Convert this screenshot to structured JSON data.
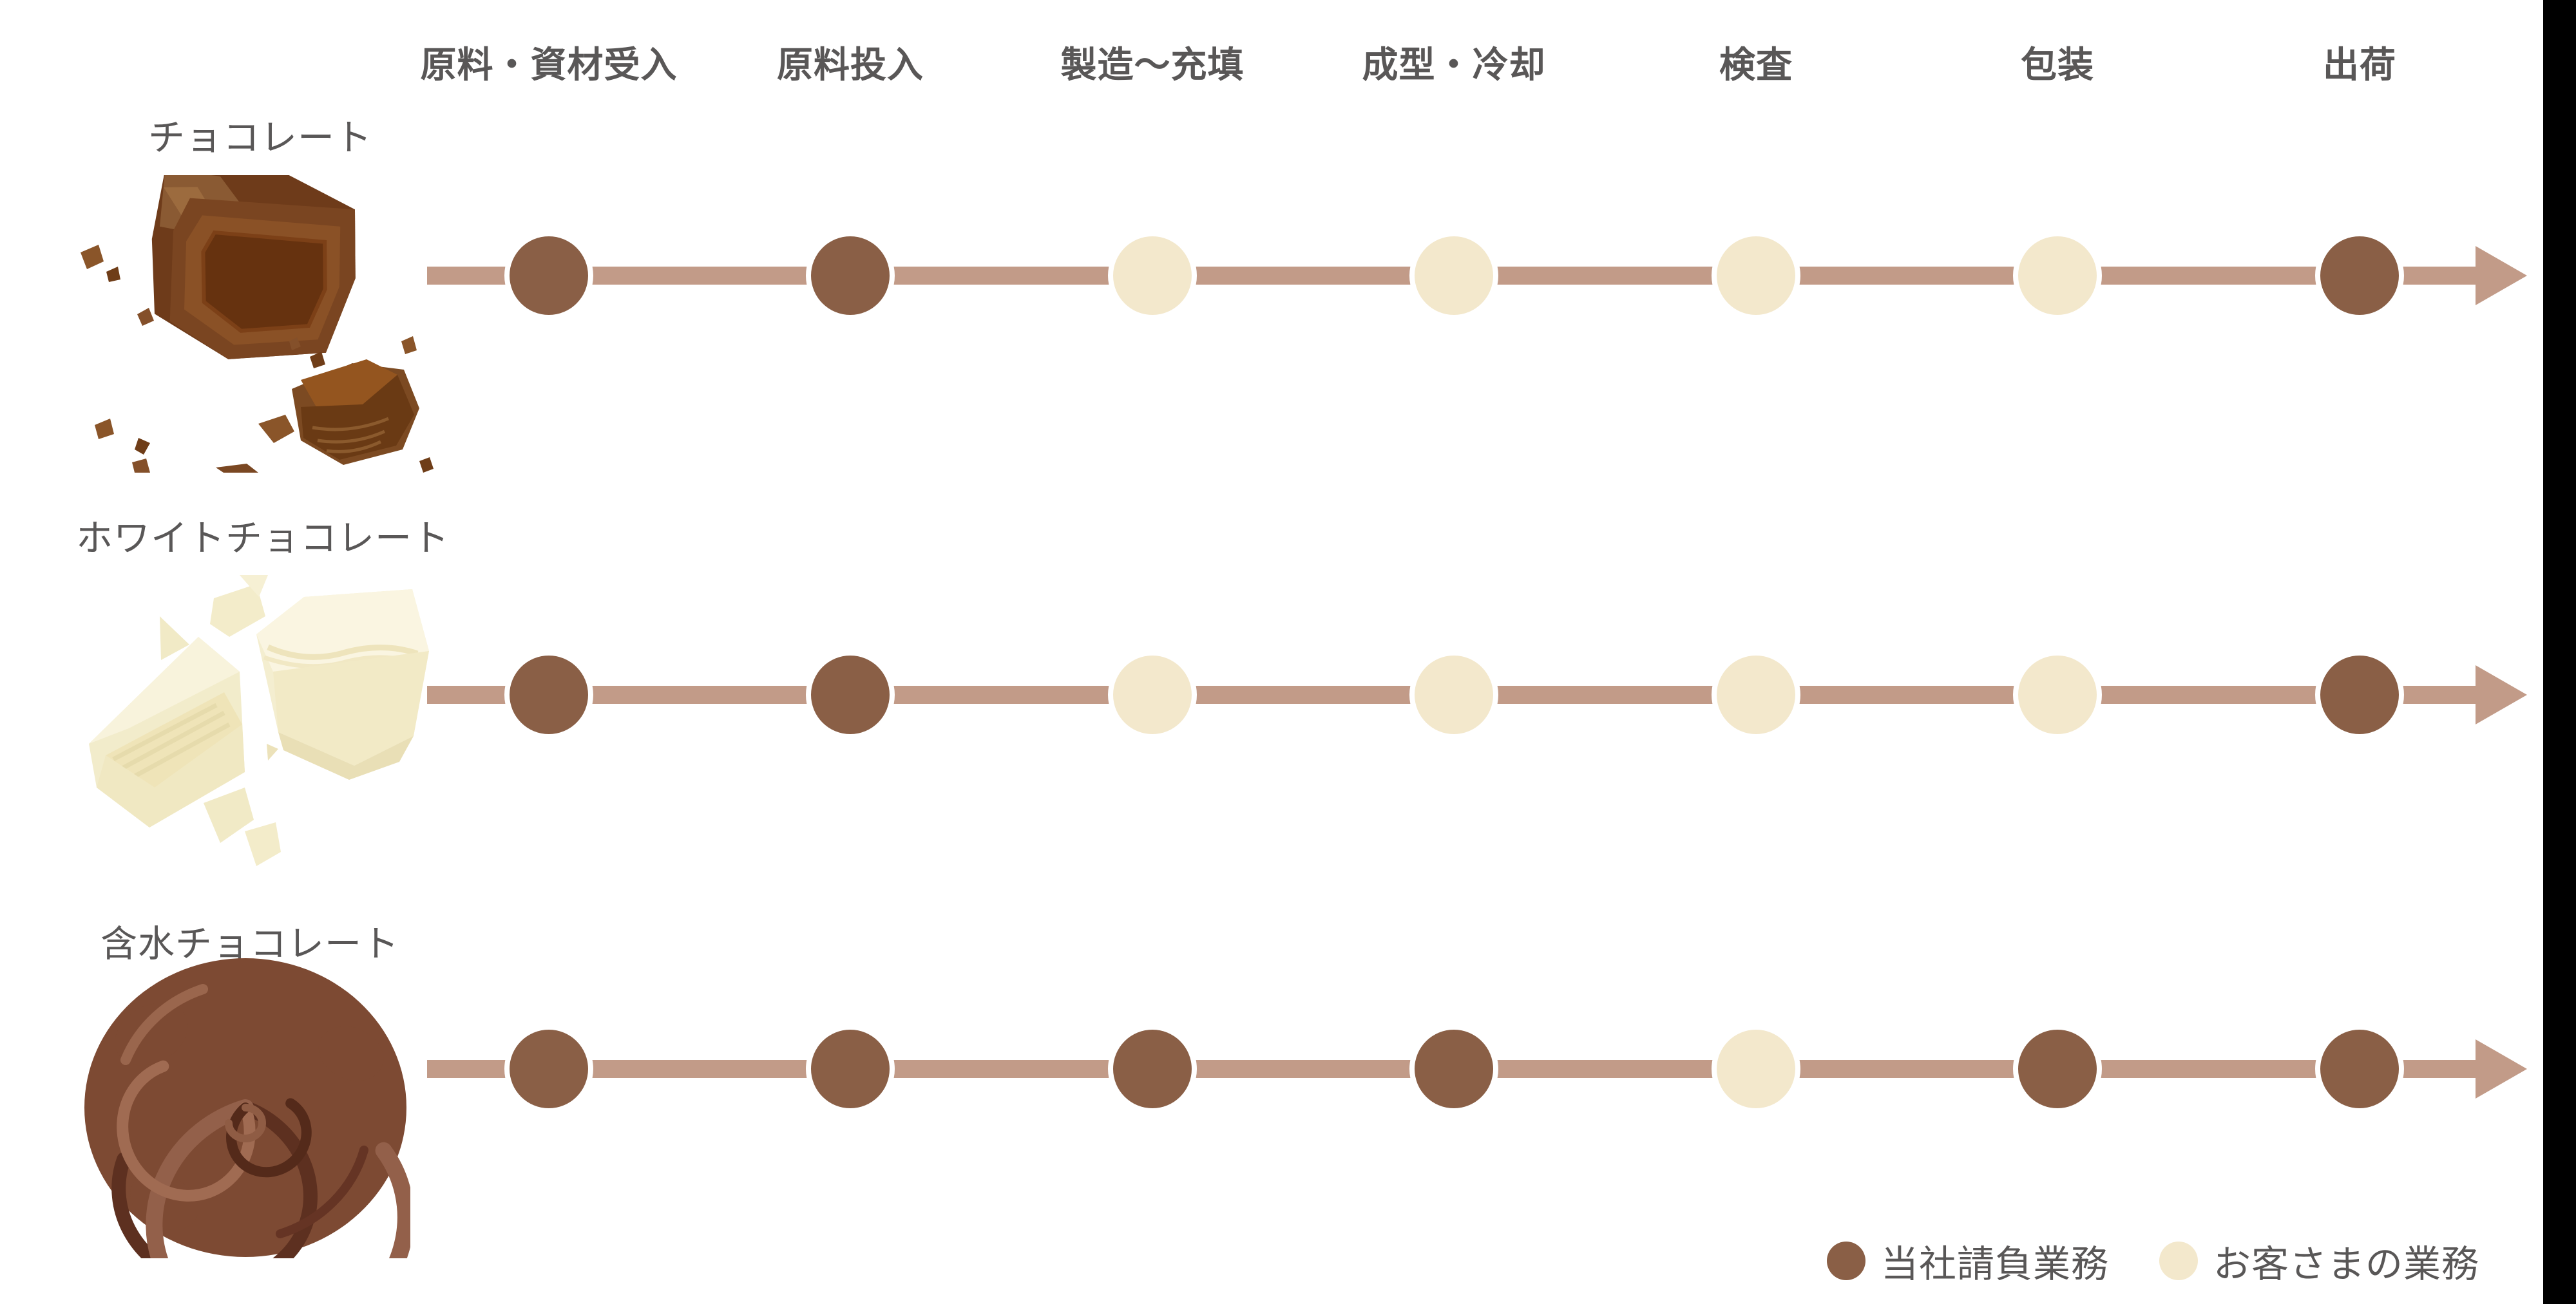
{
  "diagram": {
    "description": "chocolate-production-process-flow"
  },
  "columns": [
    "原料・資材受入",
    "原料投入",
    "製造〜充填",
    "成型・冷却",
    "検査",
    "包装",
    "出荷"
  ],
  "products": [
    {
      "label": "チョコレート",
      "image": "milk-chocolate-pieces-image",
      "steps": [
        "dark",
        "dark",
        "light",
        "light",
        "light",
        "light",
        "dark"
      ]
    },
    {
      "label": "ホワイトチョコレート",
      "image": "white-chocolate-chunks-image",
      "steps": [
        "dark",
        "dark",
        "light",
        "light",
        "light",
        "light",
        "dark"
      ]
    },
    {
      "label": "含水チョコレート",
      "image": "chocolate-cream-swirl-image",
      "steps": [
        "dark",
        "dark",
        "dark",
        "dark",
        "light",
        "dark",
        "dark"
      ]
    }
  ],
  "legend": [
    {
      "label": "当社請負業務",
      "color_key": "dark"
    },
    {
      "label": "お客さまの業務",
      "color_key": "light"
    }
  ],
  "colors": {
    "dark": "#8a5f46",
    "light": "#f3e8cc",
    "line": "#c29b88",
    "text": "#595757",
    "black_bar": "#000000"
  }
}
